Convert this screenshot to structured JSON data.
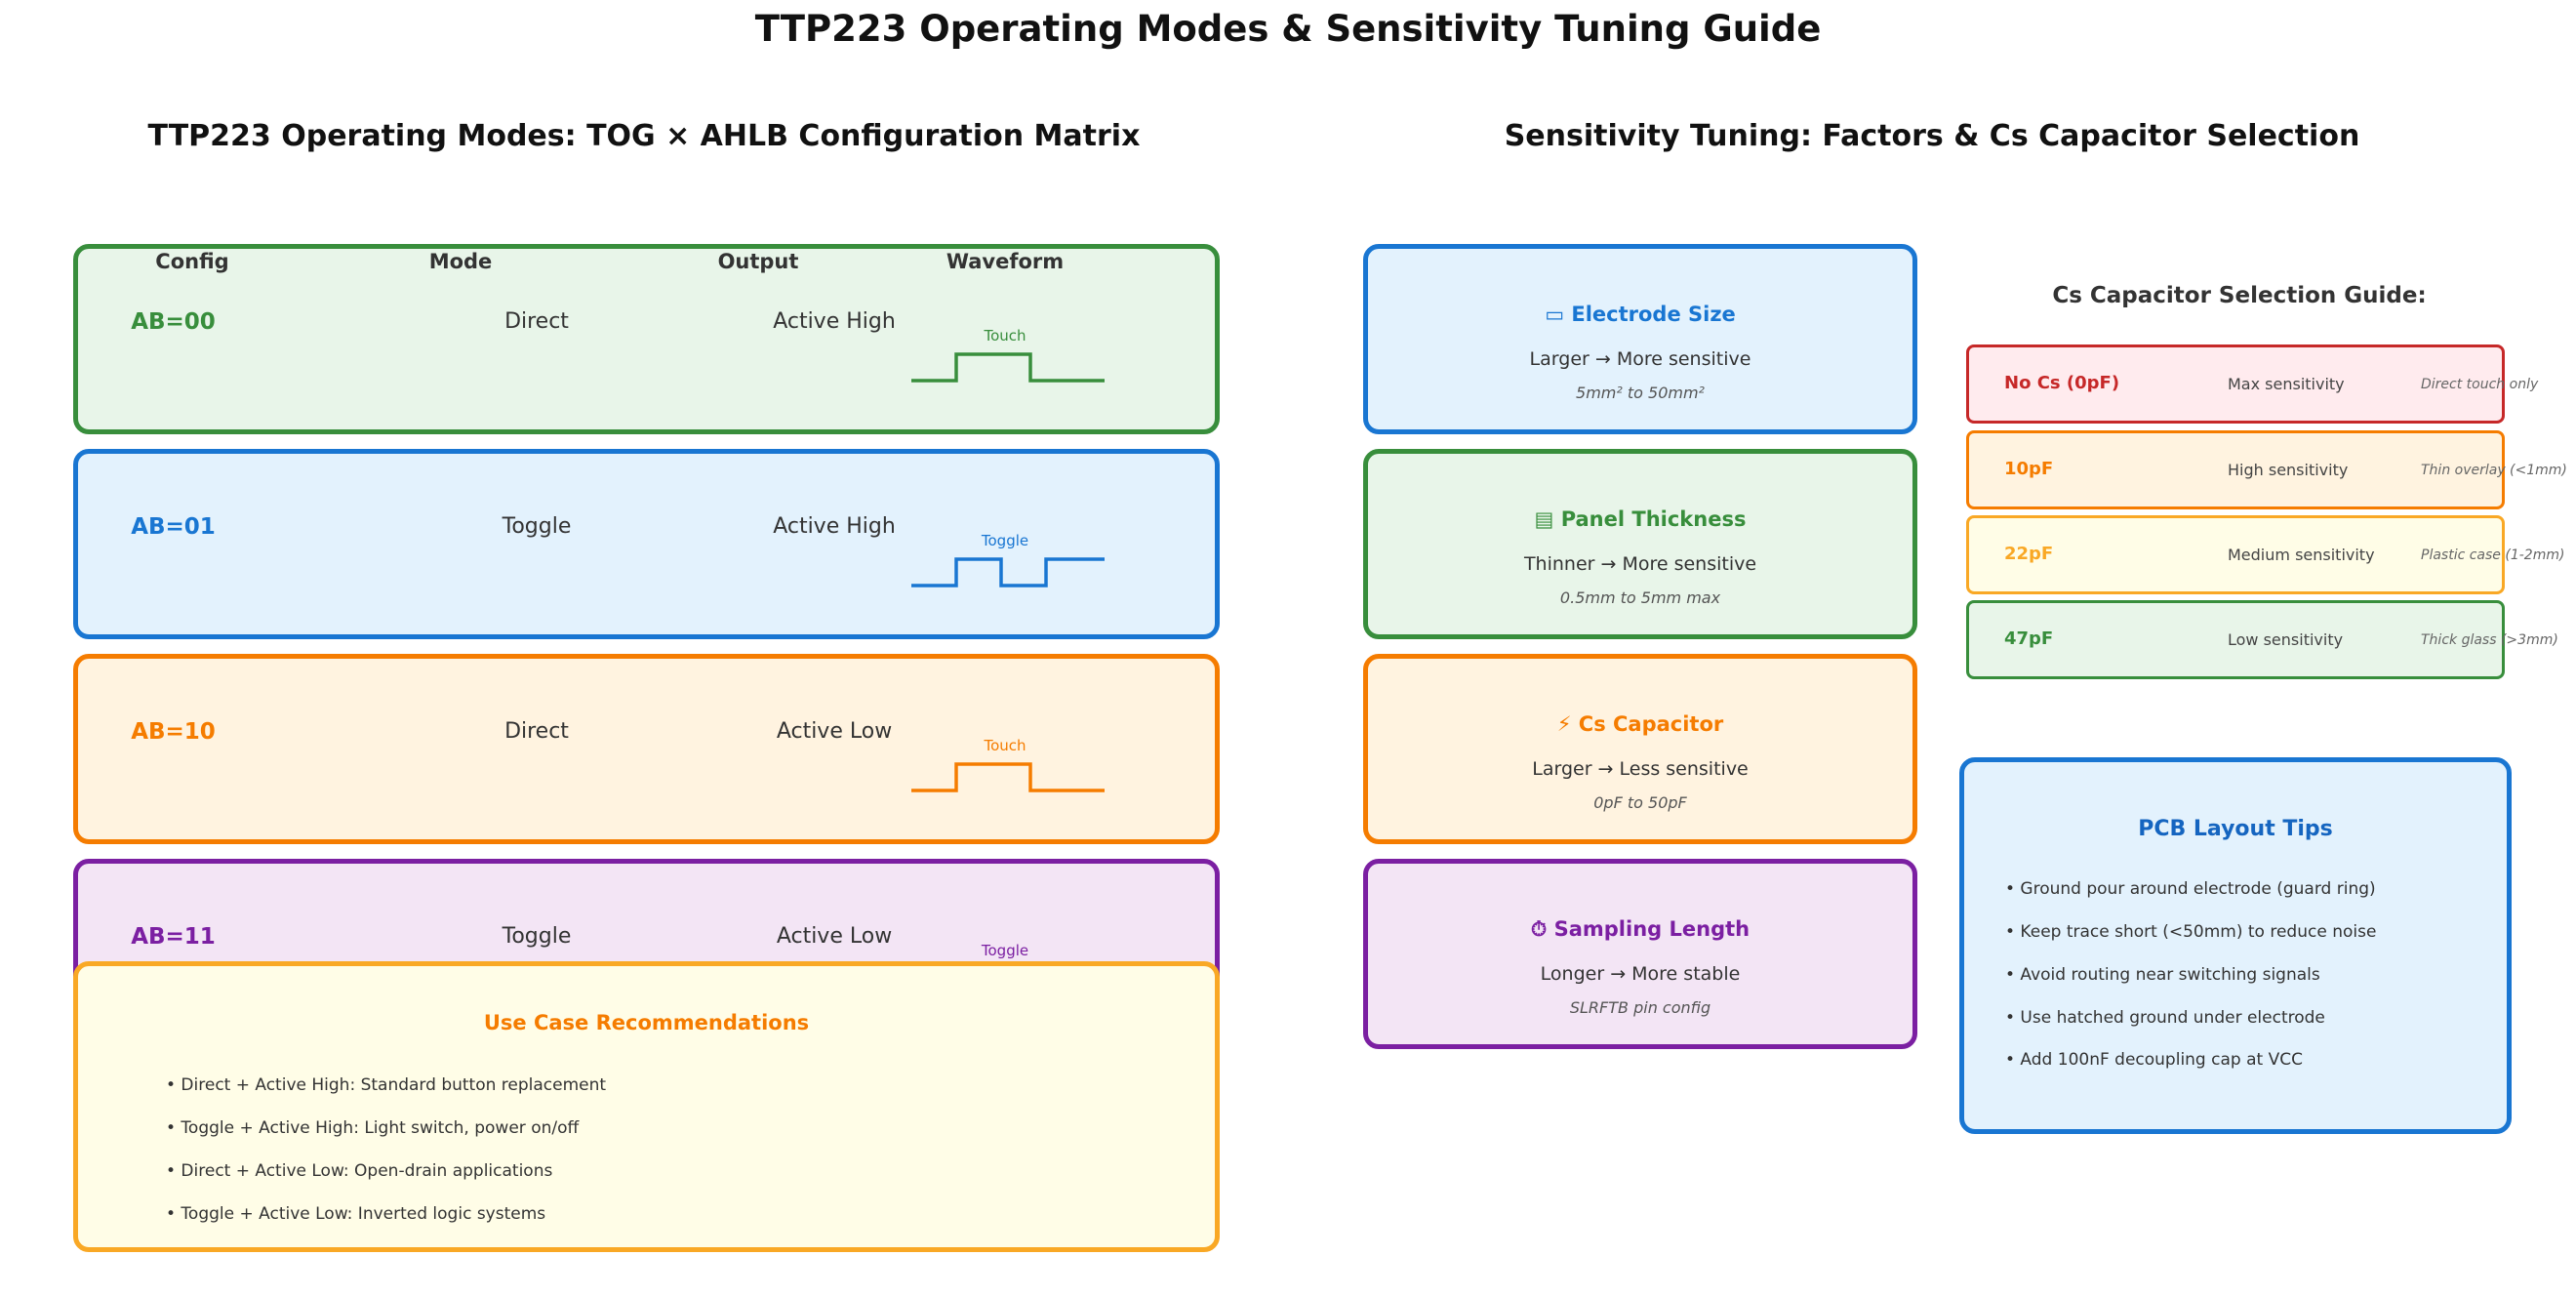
{
  "title": "TTP223 Operating Modes & Sensitivity Tuning Guide",
  "left": {
    "title": "TTP223 Operating Modes: TOG × AHLB Configuration Matrix",
    "headers": {
      "config": "Config",
      "mode": "Mode",
      "output": "Output",
      "waveform": "Waveform"
    },
    "rows": [
      {
        "config": "AB=00",
        "mode": "Direct",
        "output": "Active High",
        "wave_label": "Touch",
        "wave_type": "direct",
        "color": "#388e3c",
        "bg": "#e8f5e9"
      },
      {
        "config": "AB=01",
        "mode": "Toggle",
        "output": "Active High",
        "wave_label": "Toggle",
        "wave_type": "toggle",
        "color": "#1976d2",
        "bg": "#e3f2fd"
      },
      {
        "config": "AB=10",
        "mode": "Direct",
        "output": "Active Low",
        "wave_label": "Touch",
        "wave_type": "direct",
        "color": "#f57c00",
        "bg": "#fff3e0"
      },
      {
        "config": "AB=11",
        "mode": "Toggle",
        "output": "Active Low",
        "wave_label": "Toggle",
        "wave_type": "toggle",
        "color": "#7b1fa2",
        "bg": "#f3e5f5"
      }
    ],
    "use_cases": {
      "title": "Use Case Recommendations",
      "items": [
        "• Direct + Active High: Standard button replacement",
        "• Toggle + Active High: Light switch, power on/off",
        "• Direct + Active Low: Open-drain applications",
        "• Toggle + Active Low: Inverted logic systems"
      ],
      "color": "#f57c00",
      "border": "#f9a825",
      "bg": "#fffde7"
    }
  },
  "right": {
    "title": "Sensitivity Tuning: Factors & Cs Capacitor Selection",
    "factors": [
      {
        "icon": "ruler-icon",
        "title": "Electrode Size",
        "desc": "Larger → More sensitive",
        "range": "5mm² to 50mm²",
        "color": "#1976d2",
        "bg": "#e3f2fd"
      },
      {
        "icon": "layers-icon",
        "title": "Panel Thickness",
        "desc": "Thinner → More sensitive",
        "range": "0.5mm to 5mm max",
        "color": "#388e3c",
        "bg": "#e8f5e9"
      },
      {
        "icon": "lightning-icon",
        "title": "Cs Capacitor",
        "desc": "Larger → Less sensitive",
        "range": "0pF to 50pF",
        "color": "#f57c00",
        "bg": "#fff3e0"
      },
      {
        "icon": "stopwatch-icon",
        "title": "Sampling Length",
        "desc": "Longer → More stable",
        "range": "SLRFTB pin config",
        "color": "#7b1fa2",
        "bg": "#f3e5f5"
      }
    ],
    "cs_guide": {
      "title": "Cs Capacitor Selection Guide:",
      "items": [
        {
          "value": "No Cs (0pF)",
          "level": "Max sensitivity",
          "use": "Direct touch only",
          "color": "#c62828",
          "bg": "#ffebee"
        },
        {
          "value": "10pF",
          "level": "High sensitivity",
          "use": "Thin overlay (<1mm)",
          "color": "#f57c00",
          "bg": "#fff3e0"
        },
        {
          "value": "22pF",
          "level": "Medium sensitivity",
          "use": "Plastic case (1-2mm)",
          "color": "#f9a825",
          "bg": "#fffde7"
        },
        {
          "value": "47pF",
          "level": "Low sensitivity",
          "use": "Thick glass (>3mm)",
          "color": "#388e3c",
          "bg": "#e8f5e9"
        }
      ]
    },
    "pcb_tips": {
      "title": "PCB Layout Tips",
      "items": [
        "• Ground pour around electrode (guard ring)",
        "• Keep trace short (<50mm) to reduce noise",
        "• Avoid routing near switching signals",
        "• Use hatched ground under electrode",
        "• Add 100nF decoupling cap at VCC"
      ],
      "color": "#1565c0",
      "border": "#1976d2",
      "bg": "#e3f2fd"
    }
  }
}
